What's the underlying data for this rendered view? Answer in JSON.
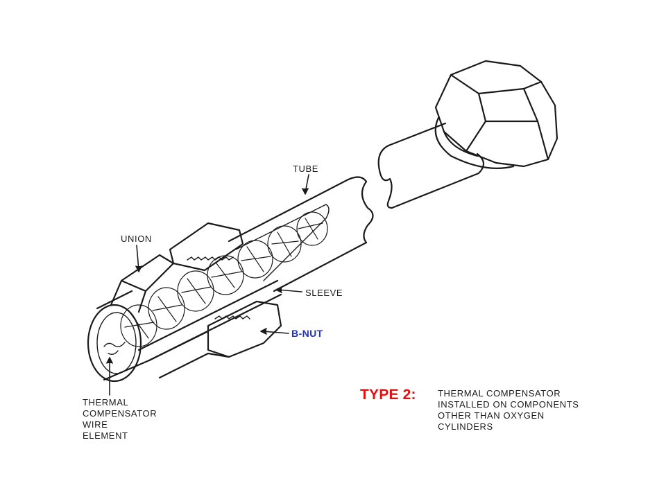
{
  "labels": {
    "tube": "TUBE",
    "union": "UNION",
    "sleeve": "SLEEVE",
    "b_nut": "B-NUT",
    "thermal_element": [
      "THERMAL",
      "COMPENSATOR",
      "WIRE",
      "ELEMENT"
    ]
  },
  "caption": {
    "heading": "TYPE 2:",
    "lines": [
      "THERMAL COMPENSATOR",
      "INSTALLED ON COMPONENTS",
      "OTHER THAN OXYGEN",
      "CYLINDERS"
    ]
  },
  "colors": {
    "heading": "#e01010",
    "b_nut_label": "#1f2fd6",
    "ink": "#1a1a1a"
  }
}
